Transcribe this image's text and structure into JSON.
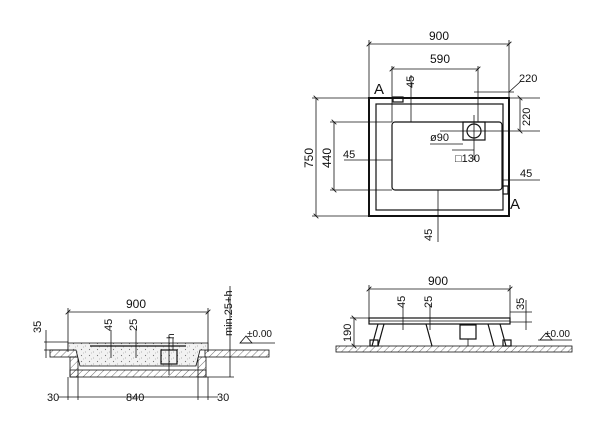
{
  "plan_view": {
    "width_900": "900",
    "dim_590": "590",
    "section_a_left": "A",
    "section_a_right": "A",
    "dim_45_top": "45",
    "dim_220_right": "220",
    "dim_220_vertical": "220",
    "dim_750": "750",
    "dim_440": "440",
    "dim_45_left": "45",
    "drain_diameter": "ø90",
    "drain_square": "□130",
    "dim_45_right": "45",
    "dim_45_bottom": "45"
  },
  "section_view": {
    "width_900": "900",
    "dim_35": "35",
    "dim_45": "45",
    "dim_25": "25",
    "label_h": "h",
    "min_depth": "min.25+h",
    "level_zero": "±0.00",
    "dim_30_left": "30",
    "dim_840": "840",
    "dim_30_right": "30"
  },
  "side_view": {
    "width_900": "900",
    "dim_45": "45",
    "dim_25": "25",
    "dim_35": "35",
    "dim_190": "190",
    "level_zero": "±0.00"
  }
}
